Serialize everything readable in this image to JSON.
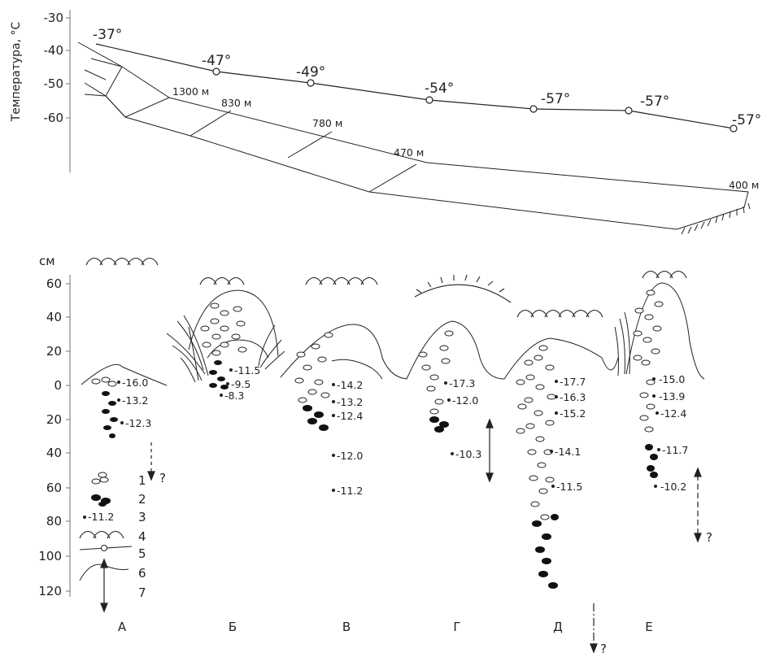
{
  "top_panel": {
    "y_axis_label": "Температура, °С",
    "y_ticks": [
      "-30",
      "-40",
      "-50",
      "-60"
    ],
    "temperature_points": [
      "-37°",
      "-47°",
      "-49°",
      "-54°",
      "-57°",
      "-57°",
      "-57°"
    ],
    "altitudes": [
      "1300 м",
      "830 м",
      "780 м",
      "470 м",
      "400 м"
    ]
  },
  "bottom_panel": {
    "y_unit": "см",
    "y_ticks": [
      "60",
      "40",
      "20",
      "0",
      "20",
      "40",
      "60",
      "80",
      "100",
      "120"
    ],
    "columns": [
      "А",
      "Б",
      "В",
      "Г",
      "Д",
      "Е"
    ],
    "profiles": {
      "A": [
        "-16.0",
        "-13.2",
        "-12.3"
      ],
      "B": [
        "-11.5",
        "-9.5",
        "-8.3"
      ],
      "V": [
        "-14.2",
        "-13.2",
        "-12.4",
        "-12.0",
        "-11.2"
      ],
      "G": [
        "-17.3",
        "-12.0",
        "-10.3"
      ],
      "D": [
        "-17.7",
        "-16.3",
        "-15.2",
        "-14.1",
        "-11.5"
      ],
      "E": [
        "-15.0",
        "-13.9",
        "-12.4",
        "-11.7",
        "-10.2"
      ]
    },
    "question_mark": "?",
    "legend": {
      "items": [
        "1",
        "2",
        "3",
        "4",
        "5",
        "6",
        "7"
      ],
      "sample_value": "-11.2"
    }
  }
}
